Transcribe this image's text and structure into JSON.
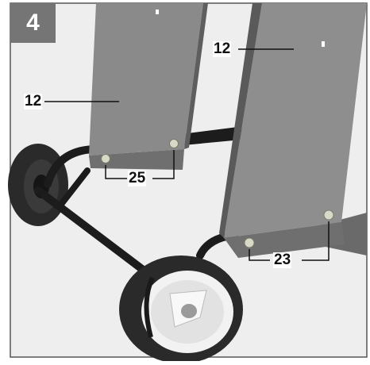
{
  "figure": {
    "step_number": "4",
    "callouts": {
      "upper_panel_right": "12",
      "upper_panel_left": "12",
      "bolts_left": "25",
      "bolts_right": "23"
    }
  },
  "colors": {
    "panel_front": "#8a8a8a",
    "panel_side": "#5e5e5e",
    "frame_tube": "#1c1c1c",
    "tire": "#2a2a2a",
    "wheel_hub": "#f2f2f2",
    "background": "#eeeeee"
  }
}
